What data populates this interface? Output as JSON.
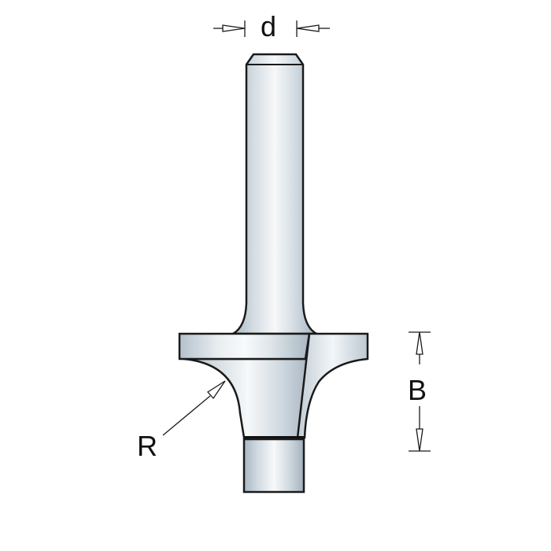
{
  "diagram": {
    "subject": "router bit with bearing (rounding-over cutter)",
    "labels": {
      "shank_diameter": "d",
      "cutting_height": "B",
      "radius": "R"
    },
    "colors": {
      "outline": "#1a1a1a",
      "metal_light": "#f2f5f7",
      "metal_mid": "#c9d3da",
      "metal_dark": "#9fadb8",
      "background": "#ffffff"
    },
    "parts": [
      "shank",
      "flange",
      "cutter-body",
      "cutter-wing",
      "bearing"
    ]
  }
}
